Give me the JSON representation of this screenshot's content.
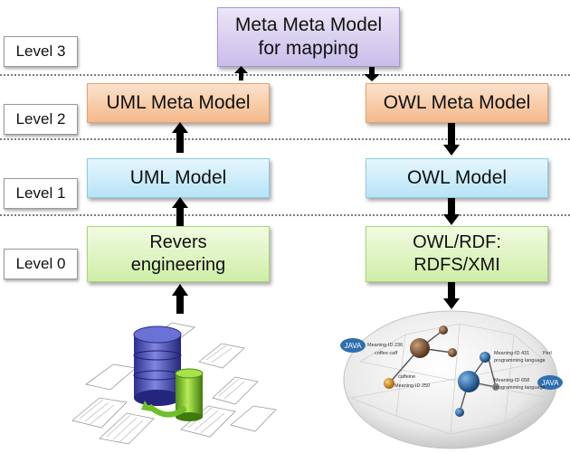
{
  "levels": {
    "level3": "Level 3",
    "level2": "Level 2",
    "level1": "Level 1",
    "level0": "Level 0"
  },
  "boxes": {
    "meta_meta": "Meta Meta Model\nfor mapping",
    "uml_meta": "UML Meta Model",
    "owl_meta": "OWL Meta Model",
    "uml_model": "UML Model",
    "owl_model": "OWL Model",
    "revers": "Revers\nengineering",
    "owl_rdf": "OWL/RDF:\nRDFS/XMI"
  },
  "ontology_graphic": {
    "java_left": "JAVA",
    "meaning_236": "Meaning-ID 236",
    "coffee_caff": "coffee\ncaff",
    "caffeine": "caffeine",
    "meaning_250": "Meaning-ID 250",
    "meaning_431": "Meaning-ID 431",
    "perl": "Perl",
    "programming_language_1": "programming language",
    "meaning_658": "Meaning-ID 658",
    "programming_language_2": "programming language",
    "java_right": "JAVA"
  }
}
